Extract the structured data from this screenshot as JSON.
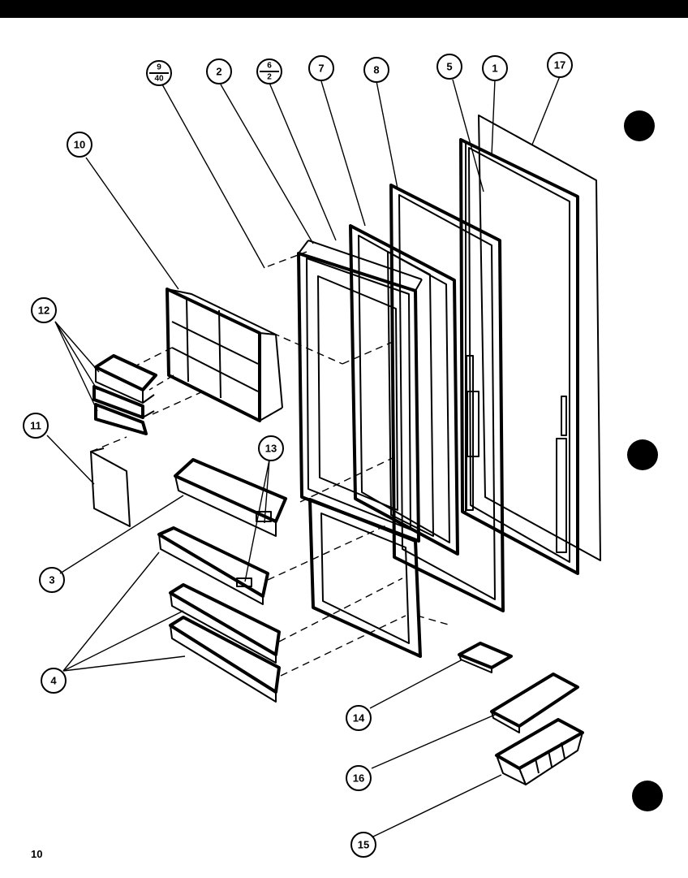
{
  "diagram": {
    "page_number": "10",
    "callouts": [
      {
        "id": "c17",
        "label": "17"
      },
      {
        "id": "c1",
        "label": "1"
      },
      {
        "id": "c5",
        "label": "5"
      },
      {
        "id": "c8",
        "label": "8"
      },
      {
        "id": "c7",
        "label": "7"
      },
      {
        "id": "c6",
        "top": "6",
        "bottom": "2"
      },
      {
        "id": "c2",
        "label": "2"
      },
      {
        "id": "c9",
        "top": "9",
        "bottom": "40"
      },
      {
        "id": "c10",
        "label": "10"
      },
      {
        "id": "c12",
        "label": "12"
      },
      {
        "id": "c11",
        "label": "11"
      },
      {
        "id": "c13",
        "label": "13"
      },
      {
        "id": "c3",
        "label": "3"
      },
      {
        "id": "c4",
        "label": "4"
      },
      {
        "id": "c14",
        "label": "14"
      },
      {
        "id": "c16",
        "label": "16"
      },
      {
        "id": "c15",
        "label": "15"
      }
    ]
  }
}
